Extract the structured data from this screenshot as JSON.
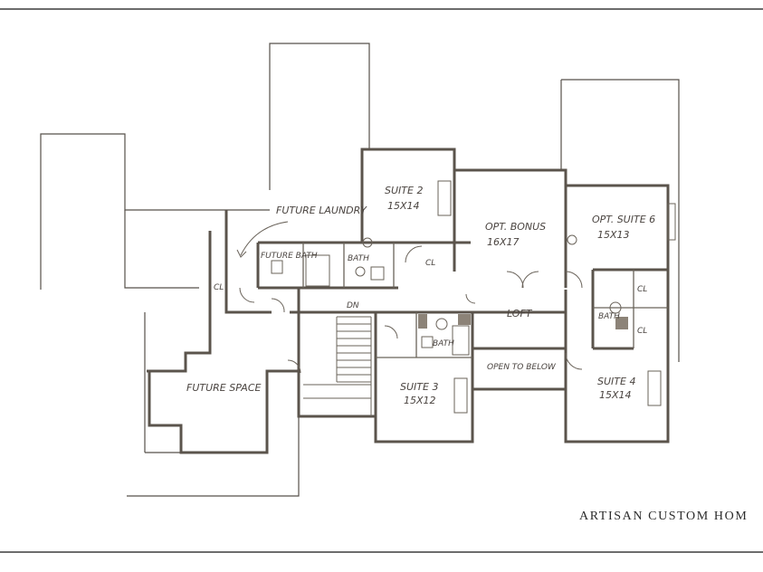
{
  "brand": "ARTISAN CUSTOM HOM",
  "rooms": {
    "suite2": {
      "name": "SUITE 2",
      "dims": "15X14"
    },
    "bonus": {
      "name": "OPT. BONUS",
      "dims": "16X17"
    },
    "suite6": {
      "name": "OPT. SUITE 6",
      "dims": "15X13"
    },
    "suite3": {
      "name": "SUITE 3",
      "dims": "15X12"
    },
    "suite4": {
      "name": "SUITE 4",
      "dims": "15X14"
    },
    "future_laundry": "FUTURE LAUNDRY",
    "future_space": "FUTURE SPACE",
    "future_bath": "FUTURE BATH",
    "bath_1": "BATH",
    "bath_2": "BATH",
    "bath_3": "BATH",
    "cl_1": "CL",
    "cl_2": "CL",
    "cl_3": "CL",
    "cl_4": "CL",
    "loft": "LOFT",
    "open_to_below": "OPEN TO BELOW",
    "stair_dn": "DN"
  }
}
